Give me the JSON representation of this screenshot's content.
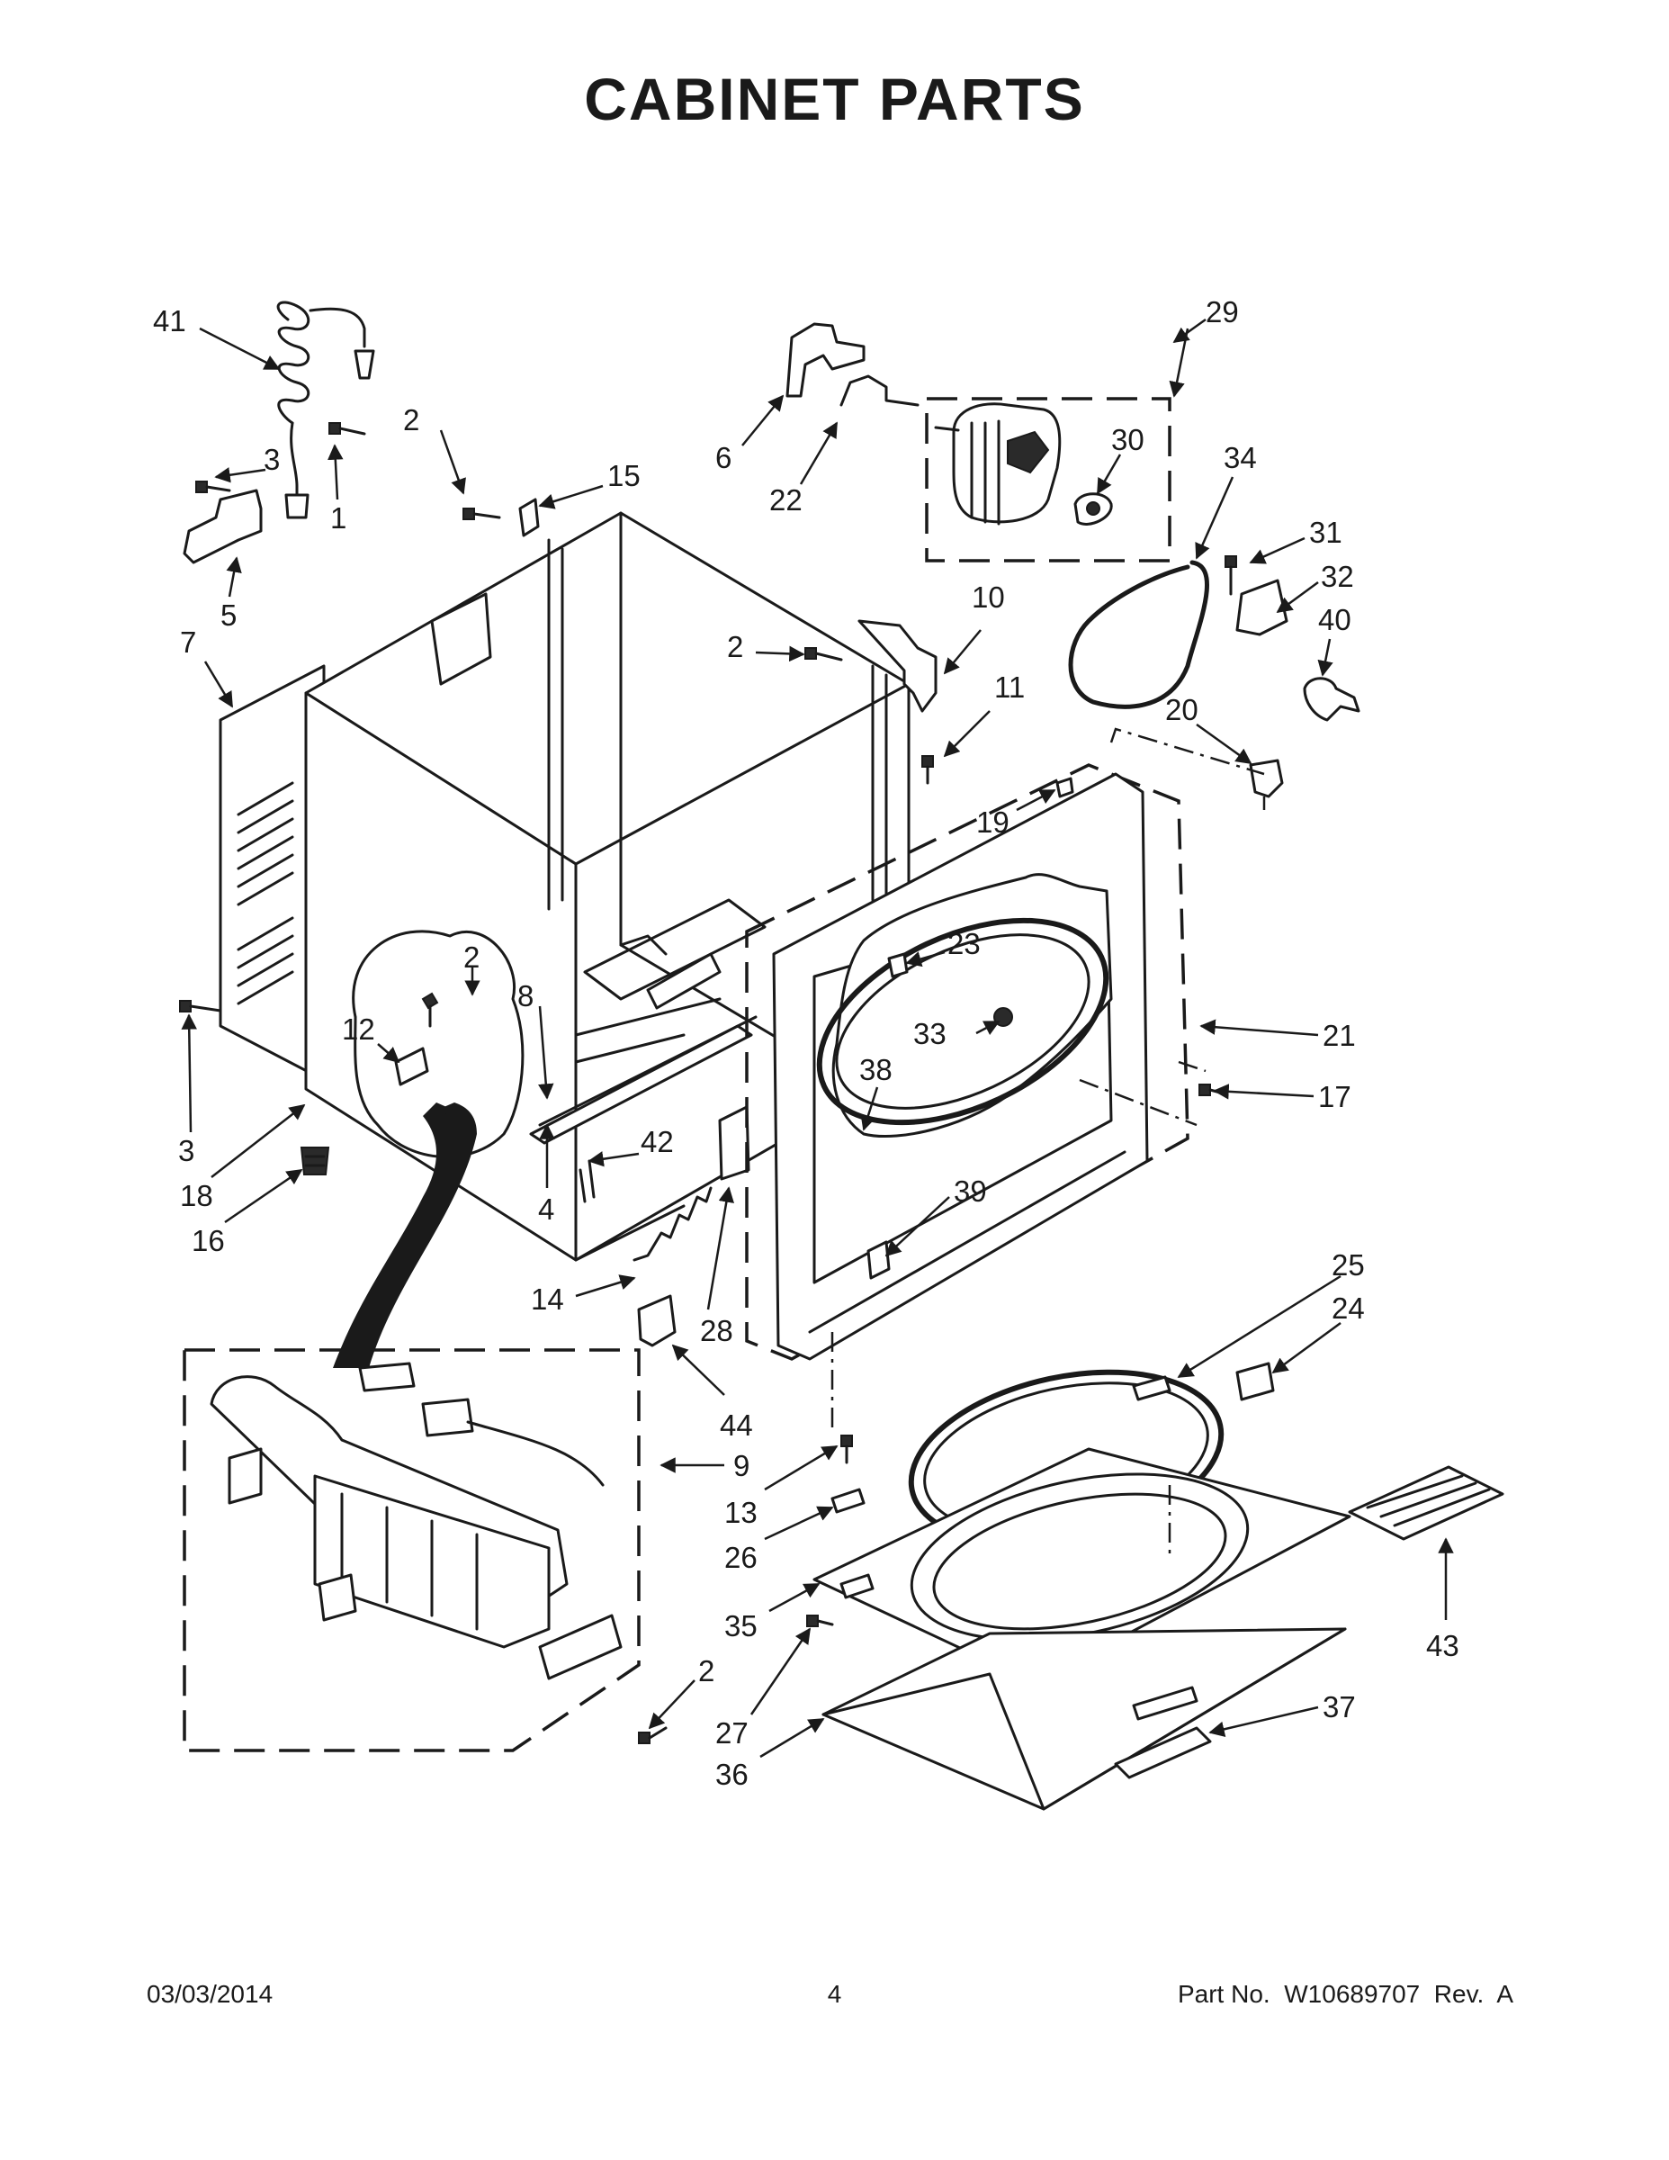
{
  "title": "CABINET PARTS",
  "footer": {
    "date": "03/03/2014",
    "page": "4",
    "part_no": "Part No.  W10689707  Rev.  A"
  },
  "callouts": [
    "1",
    "2",
    "3",
    "4",
    "5",
    "6",
    "7",
    "8",
    "9",
    "10",
    "11",
    "12",
    "13",
    "14",
    "15",
    "16",
    "17",
    "18",
    "19",
    "20",
    "21",
    "22",
    "23",
    "24",
    "25",
    "26",
    "27",
    "28",
    "29",
    "30",
    "31",
    "32",
    "33",
    "34",
    "35",
    "36",
    "37",
    "38",
    "39",
    "40",
    "41",
    "42",
    "43",
    "44"
  ]
}
